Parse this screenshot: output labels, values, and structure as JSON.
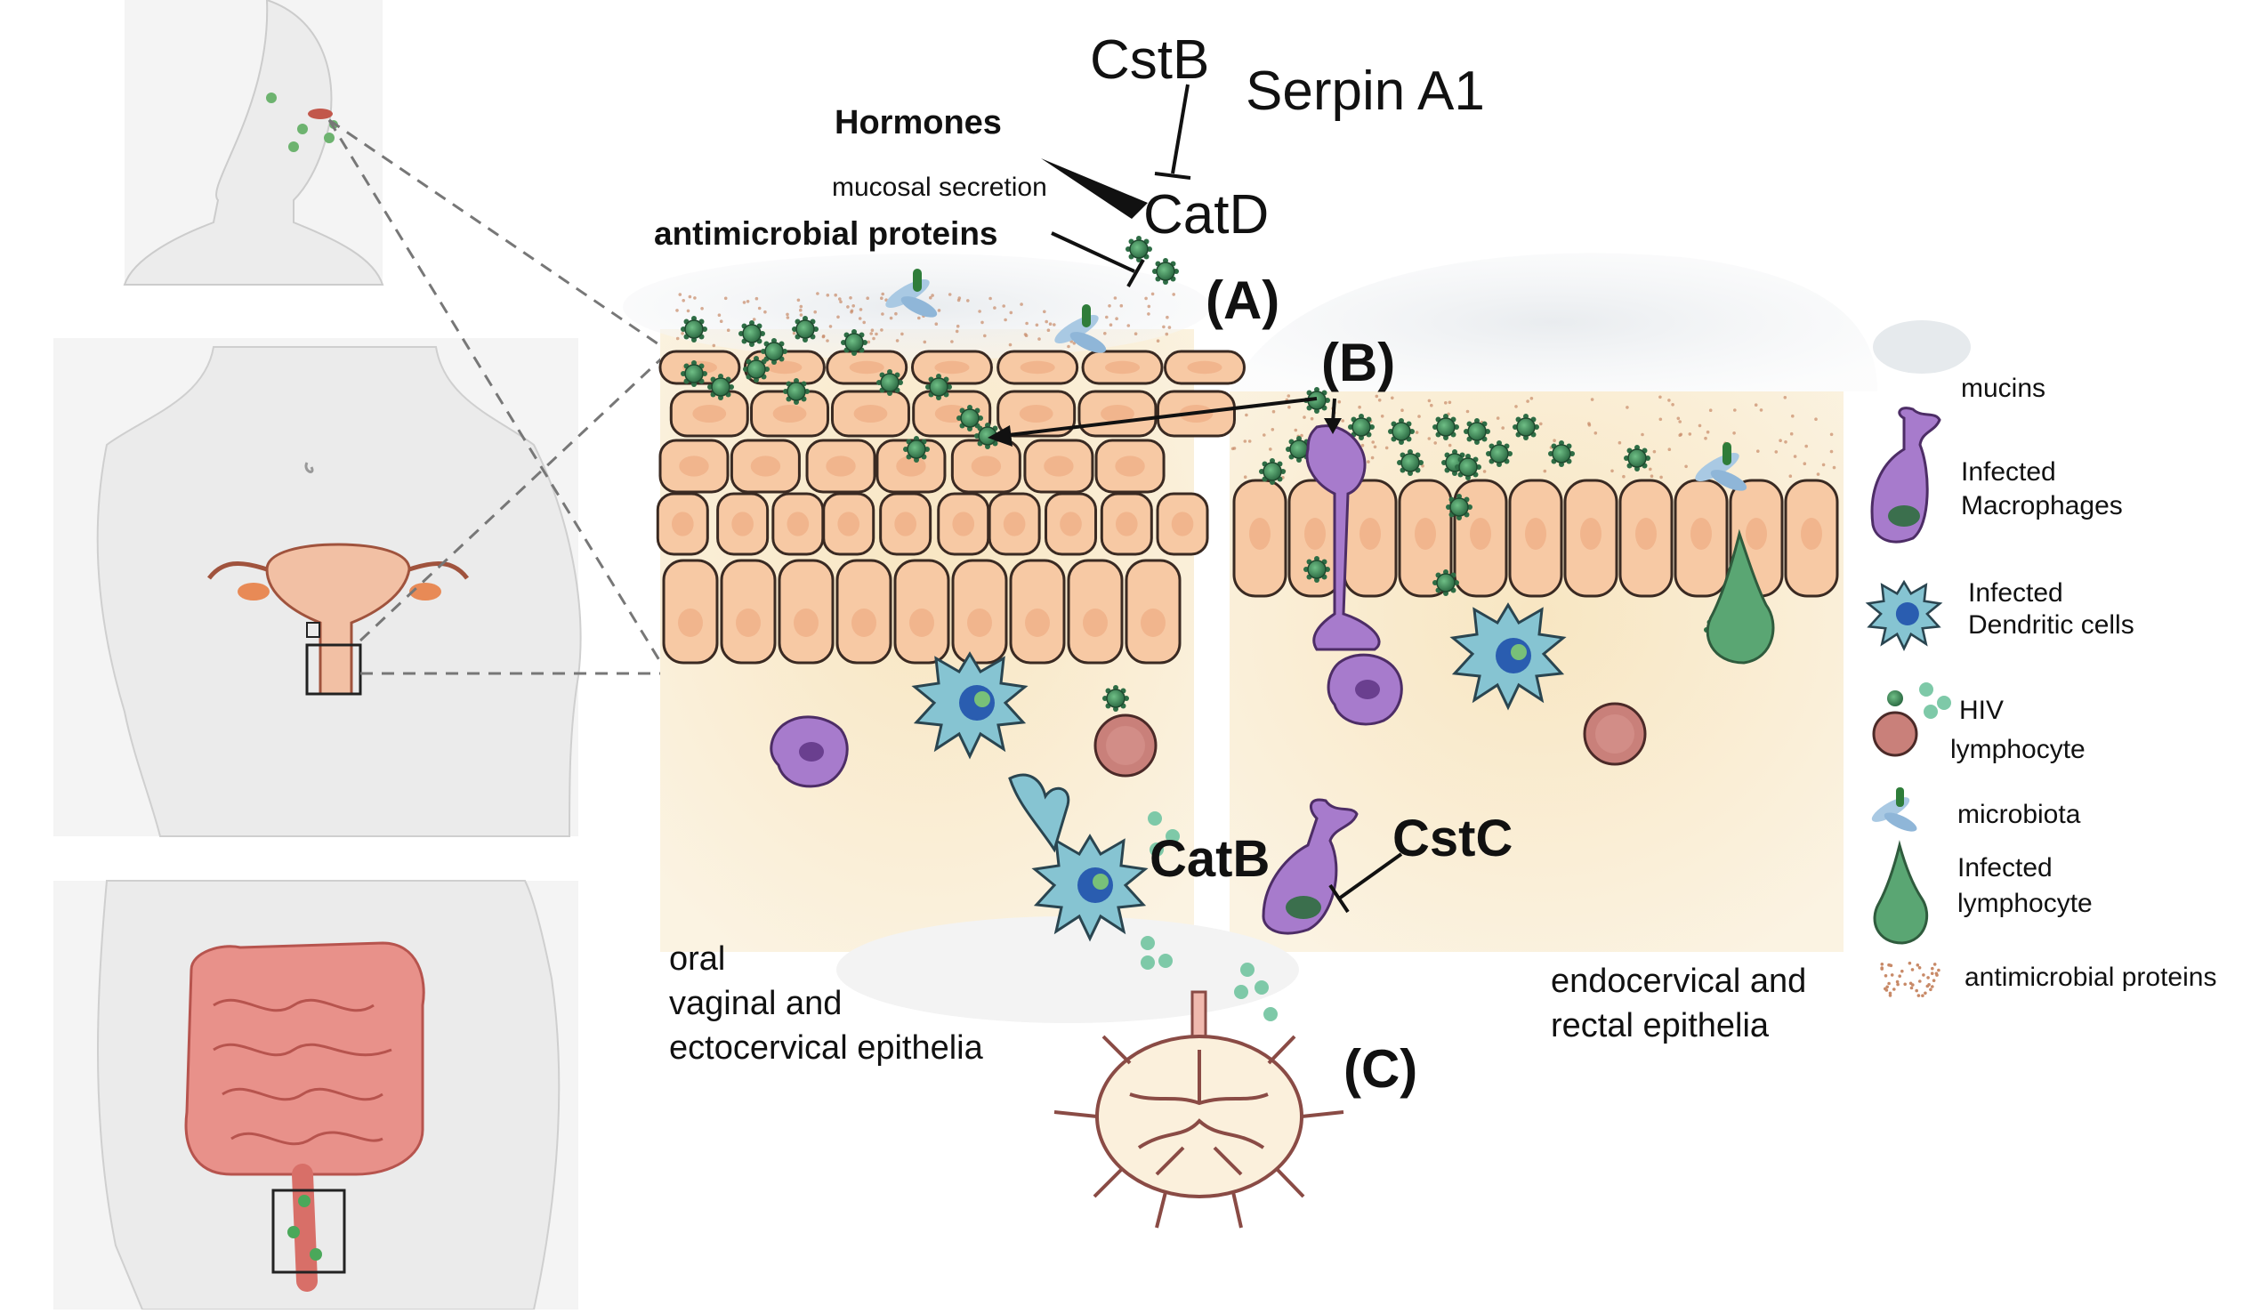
{
  "labels": {
    "cstb": "CstB",
    "serpin": "Serpin A1",
    "hormones": "Hormones",
    "mucosal_secretion": "mucosal secretion",
    "catd": "CatD",
    "antimicrobial_proteins": "antimicrobial proteins",
    "panel_a": "(A)",
    "panel_b": "(B)",
    "panel_c": "(C)",
    "catb": "CatB",
    "cstc": "CstC",
    "left_epithelia": [
      "oral",
      "vaginal and",
      "ectocervical epithelia"
    ],
    "right_epithelia": [
      "endocervical and",
      "rectal epithelia"
    ]
  },
  "legend": [
    {
      "icon": "mucins-icon",
      "lines": [
        "mucins"
      ]
    },
    {
      "icon": "infected-macrophage-icon",
      "lines": [
        "Infected",
        "Macrophages"
      ]
    },
    {
      "icon": "infected-dendritic-cell-icon",
      "lines": [
        "Infected",
        "Dendritic cells"
      ]
    },
    {
      "icon": "hiv-icon",
      "lines": [
        "HIV"
      ]
    },
    {
      "icon": "lymphocyte-icon",
      "lines": [
        "lymphocyte"
      ]
    },
    {
      "icon": "microbiota-icon",
      "lines": [
        "microbiota"
      ]
    },
    {
      "icon": "infected-lymphocyte-icon",
      "lines": [
        "Infected",
        " lymphocyte"
      ]
    },
    {
      "icon": "antimicrobial-proteins-icon",
      "lines": [
        "antimicrobial proteins"
      ]
    }
  ],
  "colors": {
    "skin": "#f7c9a4",
    "cell_outline": "#3a2a22",
    "hiv": "#3f8a5a",
    "macrophage": "#a276c9",
    "dendritic": "#7fb9c9",
    "lymphocyte": "#c9807a",
    "infected_lymphocyte": "#5aa673",
    "organ": "#e58b86",
    "lamina": "#f6e2bb",
    "mucin": "#d9dee2"
  }
}
